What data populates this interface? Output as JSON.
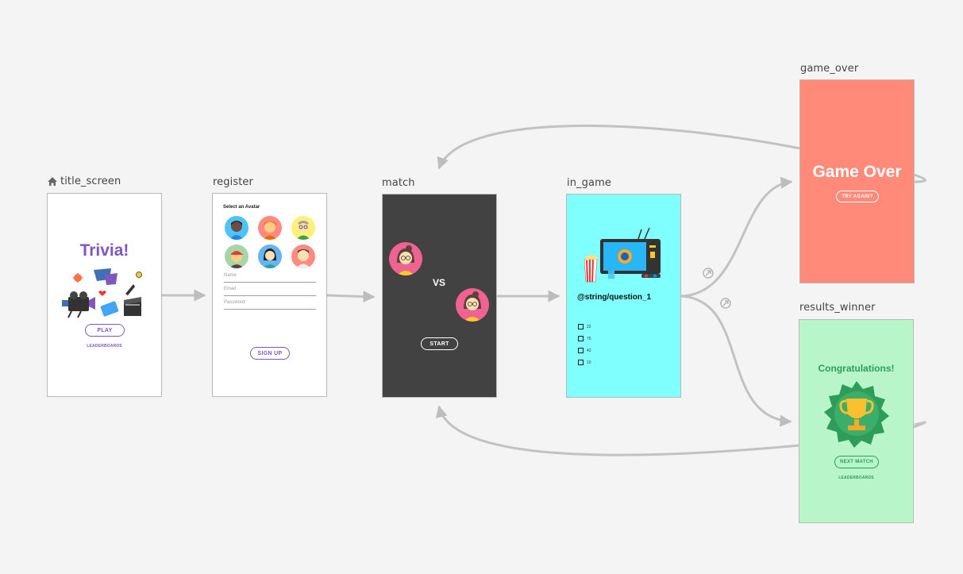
{
  "destinations": {
    "title_screen": {
      "label": "title_screen",
      "title": "Trivia!",
      "play": "PLAY",
      "leaderboards": "LEADERBOARDS",
      "color": "#7e57c2"
    },
    "register": {
      "label": "register",
      "heading": "Select an Avatar",
      "name_placeholder": "Name",
      "email_placeholder": "Email",
      "password_placeholder": "Password",
      "signup": "SIGN UP"
    },
    "match": {
      "label": "match",
      "vs": "VS",
      "start": "START"
    },
    "in_game": {
      "label": "in_game",
      "question": "@string/question_1",
      "options": [
        "22",
        "75",
        "42",
        "10"
      ]
    },
    "game_over": {
      "label": "game_over",
      "title": "Game Over",
      "try_again": "TRY AGAIN?",
      "color": "#ff8a7a"
    },
    "results_winner": {
      "label": "results_winner",
      "title": "Congratulations!",
      "next_match": "NEXT MATCH",
      "leaderboards": "LEADERBOARDS",
      "color": "#b8f5c8"
    }
  },
  "icons": {
    "start_destination": "home-icon",
    "action_badge": "link-icon"
  }
}
